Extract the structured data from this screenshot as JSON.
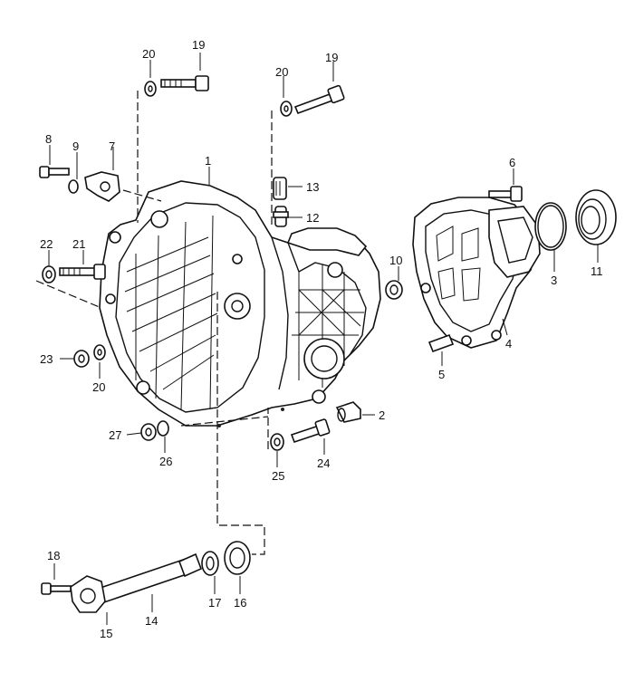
{
  "callouts": [
    "1",
    "2",
    "3",
    "4",
    "5",
    "6",
    "7",
    "8",
    "9",
    "10",
    "11",
    "12",
    "13",
    "14",
    "15",
    "16",
    "17",
    "18",
    "19",
    "19",
    "20",
    "20",
    "20",
    "21",
    "22",
    "23",
    "24",
    "25",
    "26",
    "27"
  ]
}
